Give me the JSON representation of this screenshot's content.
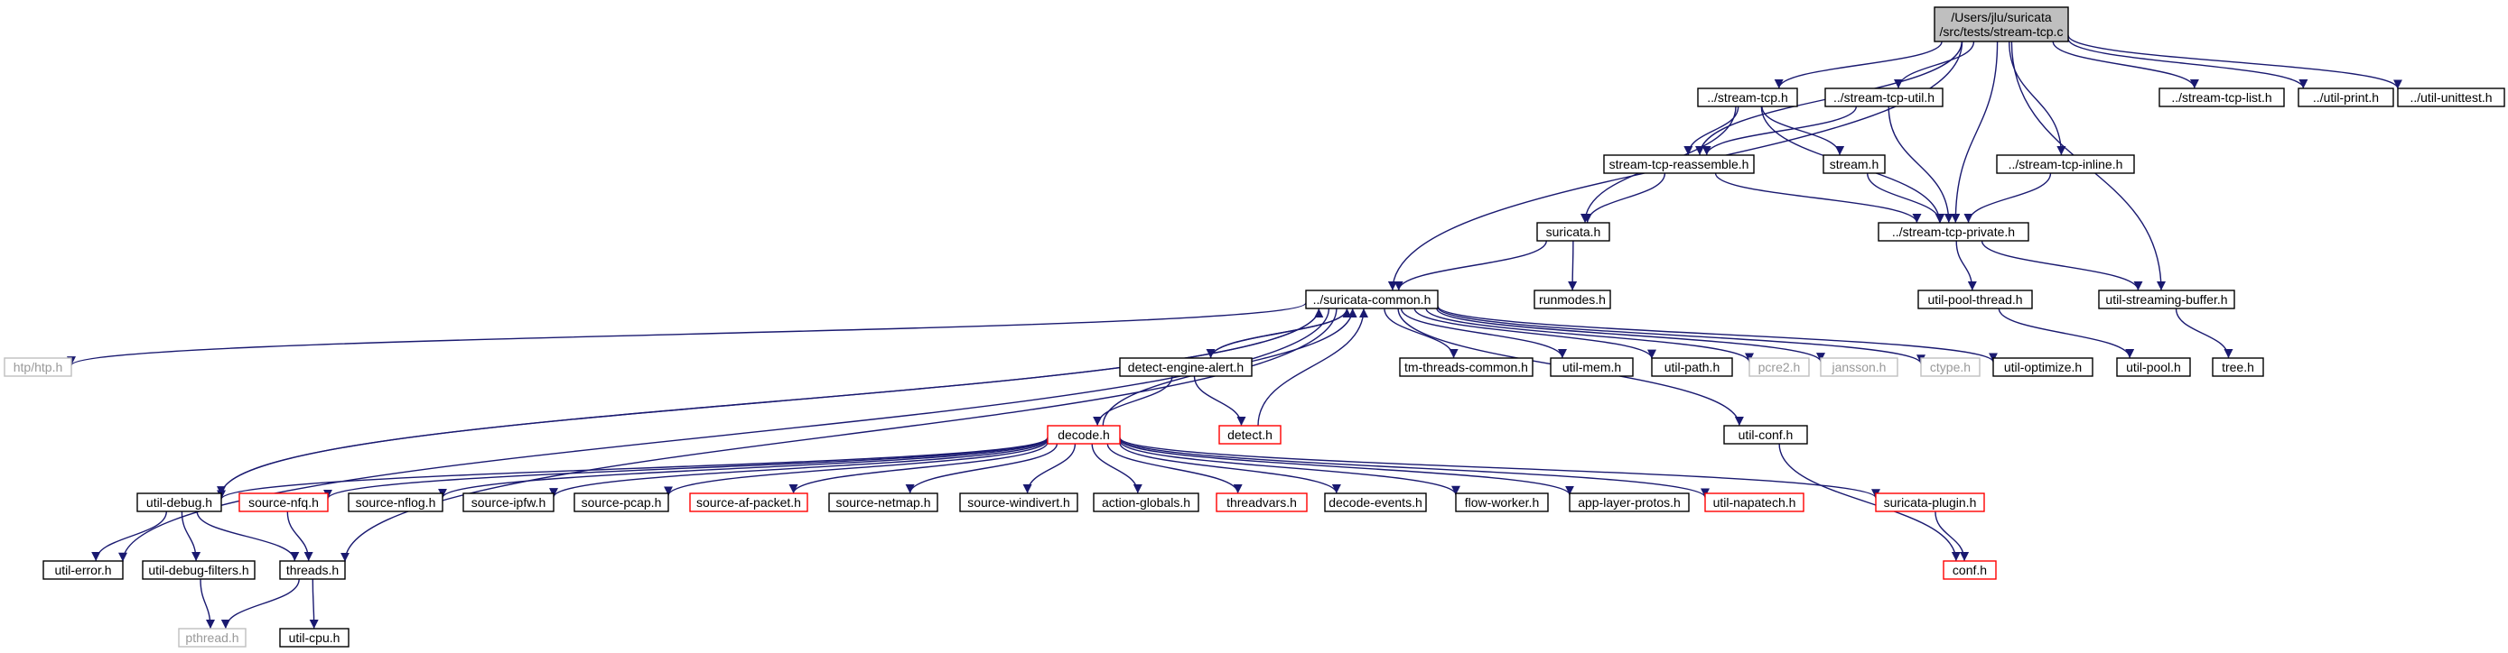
{
  "diagram": {
    "colors": {
      "edge": "#191970",
      "border_normal": "#000000",
      "border_truncated": "#ff0000",
      "border_external": "#bfbfbf",
      "root_fill": "#bfbfbf",
      "text": "#000000",
      "text_external": "#999999"
    },
    "nodes": [
      {
        "id": "root",
        "label_lines": [
          "/Users/jlu/suricata",
          "/src/tests/stream-tcp.c"
        ],
        "kind": "root"
      },
      {
        "id": "stream_tcp_h",
        "label_lines": [
          "../stream-tcp.h"
        ],
        "kind": "normal"
      },
      {
        "id": "stream_tcp_util_h",
        "label_lines": [
          "../stream-tcp-util.h"
        ],
        "kind": "normal"
      },
      {
        "id": "stream_tcp_list_h",
        "label_lines": [
          "../stream-tcp-list.h"
        ],
        "kind": "normal"
      },
      {
        "id": "util_print_h",
        "label_lines": [
          "../util-print.h"
        ],
        "kind": "normal"
      },
      {
        "id": "util_unittest_h",
        "label_lines": [
          "../util-unittest.h"
        ],
        "kind": "normal"
      },
      {
        "id": "stream_tcp_reassemble_h",
        "label_lines": [
          "stream-tcp-reassemble.h"
        ],
        "kind": "normal"
      },
      {
        "id": "stream_h",
        "label_lines": [
          "stream.h"
        ],
        "kind": "normal"
      },
      {
        "id": "stream_tcp_inline_h",
        "label_lines": [
          "../stream-tcp-inline.h"
        ],
        "kind": "normal"
      },
      {
        "id": "suricata_h",
        "label_lines": [
          "suricata.h"
        ],
        "kind": "normal"
      },
      {
        "id": "stream_tcp_private_h",
        "label_lines": [
          "../stream-tcp-private.h"
        ],
        "kind": "normal"
      },
      {
        "id": "suricata_common_h",
        "label_lines": [
          "../suricata-common.h"
        ],
        "kind": "normal"
      },
      {
        "id": "runmodes_h",
        "label_lines": [
          "runmodes.h"
        ],
        "kind": "normal"
      },
      {
        "id": "util_pool_thread_h",
        "label_lines": [
          "util-pool-thread.h"
        ],
        "kind": "normal"
      },
      {
        "id": "util_streaming_buffer_h",
        "label_lines": [
          "util-streaming-buffer.h"
        ],
        "kind": "normal"
      },
      {
        "id": "htp_h",
        "label_lines": [
          "htp/htp.h"
        ],
        "kind": "external"
      },
      {
        "id": "detect_engine_alert_h",
        "label_lines": [
          "detect-engine-alert.h"
        ],
        "kind": "normal"
      },
      {
        "id": "tm_threads_common_h",
        "label_lines": [
          "tm-threads-common.h"
        ],
        "kind": "normal"
      },
      {
        "id": "util_mem_h",
        "label_lines": [
          "util-mem.h"
        ],
        "kind": "normal"
      },
      {
        "id": "util_path_h",
        "label_lines": [
          "util-path.h"
        ],
        "kind": "normal"
      },
      {
        "id": "pcre2_h",
        "label_lines": [
          "pcre2.h"
        ],
        "kind": "external"
      },
      {
        "id": "jansson_h",
        "label_lines": [
          "jansson.h"
        ],
        "kind": "external"
      },
      {
        "id": "ctype_h",
        "label_lines": [
          "ctype.h"
        ],
        "kind": "external"
      },
      {
        "id": "util_optimize_h",
        "label_lines": [
          "util-optimize.h"
        ],
        "kind": "normal"
      },
      {
        "id": "util_pool_h",
        "label_lines": [
          "util-pool.h"
        ],
        "kind": "normal"
      },
      {
        "id": "tree_h",
        "label_lines": [
          "tree.h"
        ],
        "kind": "normal"
      },
      {
        "id": "decode_h",
        "label_lines": [
          "decode.h"
        ],
        "kind": "truncated"
      },
      {
        "id": "detect_h",
        "label_lines": [
          "detect.h"
        ],
        "kind": "truncated"
      },
      {
        "id": "util_conf_h",
        "label_lines": [
          "util-conf.h"
        ],
        "kind": "normal"
      },
      {
        "id": "util_debug_h",
        "label_lines": [
          "util-debug.h"
        ],
        "kind": "normal"
      },
      {
        "id": "source_nfq_h",
        "label_lines": [
          "source-nfq.h"
        ],
        "kind": "truncated"
      },
      {
        "id": "source_nflog_h",
        "label_lines": [
          "source-nflog.h"
        ],
        "kind": "normal"
      },
      {
        "id": "source_ipfw_h",
        "label_lines": [
          "source-ipfw.h"
        ],
        "kind": "normal"
      },
      {
        "id": "source_pcap_h",
        "label_lines": [
          "source-pcap.h"
        ],
        "kind": "normal"
      },
      {
        "id": "source_af_packet_h",
        "label_lines": [
          "source-af-packet.h"
        ],
        "kind": "truncated"
      },
      {
        "id": "source_netmap_h",
        "label_lines": [
          "source-netmap.h"
        ],
        "kind": "normal"
      },
      {
        "id": "source_windivert_h",
        "label_lines": [
          "source-windivert.h"
        ],
        "kind": "normal"
      },
      {
        "id": "action_globals_h",
        "label_lines": [
          "action-globals.h"
        ],
        "kind": "normal"
      },
      {
        "id": "threadvars_h",
        "label_lines": [
          "threadvars.h"
        ],
        "kind": "truncated"
      },
      {
        "id": "decode_events_h",
        "label_lines": [
          "decode-events.h"
        ],
        "kind": "normal"
      },
      {
        "id": "flow_worker_h",
        "label_lines": [
          "flow-worker.h"
        ],
        "kind": "normal"
      },
      {
        "id": "app_layer_protos_h",
        "label_lines": [
          "app-layer-protos.h"
        ],
        "kind": "normal"
      },
      {
        "id": "util_napatech_h",
        "label_lines": [
          "util-napatech.h"
        ],
        "kind": "truncated"
      },
      {
        "id": "suricata_plugin_h",
        "label_lines": [
          "suricata-plugin.h"
        ],
        "kind": "truncated"
      },
      {
        "id": "util_error_h",
        "label_lines": [
          "util-error.h"
        ],
        "kind": "normal"
      },
      {
        "id": "util_debug_filters_h",
        "label_lines": [
          "util-debug-filters.h"
        ],
        "kind": "normal"
      },
      {
        "id": "threads_h",
        "label_lines": [
          "threads.h"
        ],
        "kind": "normal"
      },
      {
        "id": "conf_h",
        "label_lines": [
          "conf.h"
        ],
        "kind": "truncated"
      },
      {
        "id": "pthread_h",
        "label_lines": [
          "pthread.h"
        ],
        "kind": "external"
      },
      {
        "id": "util_cpu_h",
        "label_lines": [
          "util-cpu.h"
        ],
        "kind": "normal"
      }
    ],
    "edges": [
      [
        "root",
        "stream_tcp_h"
      ],
      [
        "root",
        "stream_tcp_util_h"
      ],
      [
        "root",
        "stream_tcp_list_h"
      ],
      [
        "root",
        "util_print_h"
      ],
      [
        "root",
        "util_unittest_h"
      ],
      [
        "root",
        "stream_tcp_reassemble_h"
      ],
      [
        "root",
        "stream_tcp_inline_h"
      ],
      [
        "root",
        "stream_tcp_private_h"
      ],
      [
        "root",
        "suricata_common_h"
      ],
      [
        "root",
        "util_streaming_buffer_h"
      ],
      [
        "stream_tcp_h",
        "stream_tcp_reassemble_h"
      ],
      [
        "stream_tcp_h",
        "stream_h"
      ],
      [
        "stream_tcp_h",
        "suricata_h"
      ],
      [
        "stream_tcp_h",
        "stream_tcp_private_h"
      ],
      [
        "stream_tcp_util_h",
        "stream_tcp_reassemble_h"
      ],
      [
        "stream_tcp_util_h",
        "stream_tcp_private_h"
      ],
      [
        "stream_tcp_reassemble_h",
        "suricata_h"
      ],
      [
        "stream_tcp_reassemble_h",
        "stream_tcp_private_h"
      ],
      [
        "stream_h",
        "stream_tcp_private_h"
      ],
      [
        "stream_tcp_inline_h",
        "stream_tcp_private_h"
      ],
      [
        "suricata_h",
        "suricata_common_h"
      ],
      [
        "suricata_h",
        "runmodes_h"
      ],
      [
        "stream_tcp_private_h",
        "util_pool_thread_h"
      ],
      [
        "stream_tcp_private_h",
        "util_streaming_buffer_h"
      ],
      [
        "util_pool_thread_h",
        "util_pool_h"
      ],
      [
        "util_streaming_buffer_h",
        "tree_h"
      ],
      [
        "suricata_common_h",
        "htp_h"
      ],
      [
        "suricata_common_h",
        "detect_engine_alert_h"
      ],
      [
        "suricata_common_h",
        "tm_threads_common_h"
      ],
      [
        "suricata_common_h",
        "util_mem_h"
      ],
      [
        "suricata_common_h",
        "util_path_h"
      ],
      [
        "suricata_common_h",
        "pcre2_h"
      ],
      [
        "suricata_common_h",
        "jansson_h"
      ],
      [
        "suricata_common_h",
        "ctype_h"
      ],
      [
        "suricata_common_h",
        "util_optimize_h"
      ],
      [
        "suricata_common_h",
        "util_conf_h"
      ],
      [
        "suricata_common_h",
        "util_debug_h"
      ],
      [
        "suricata_common_h",
        "util_error_h"
      ],
      [
        "suricata_common_h",
        "threads_h"
      ],
      [
        "detect_engine_alert_h",
        "suricata_common_h"
      ],
      [
        "detect_engine_alert_h",
        "decode_h"
      ],
      [
        "detect_engine_alert_h",
        "detect_h"
      ],
      [
        "detect_h",
        "suricata_common_h"
      ],
      [
        "decode_h",
        "suricata_common_h"
      ],
      [
        "decode_h",
        "util_debug_h"
      ],
      [
        "decode_h",
        "source_nfq_h"
      ],
      [
        "decode_h",
        "source_nflog_h"
      ],
      [
        "decode_h",
        "source_ipfw_h"
      ],
      [
        "decode_h",
        "source_pcap_h"
      ],
      [
        "decode_h",
        "source_af_packet_h"
      ],
      [
        "decode_h",
        "source_netmap_h"
      ],
      [
        "decode_h",
        "source_windivert_h"
      ],
      [
        "decode_h",
        "action_globals_h"
      ],
      [
        "decode_h",
        "threadvars_h"
      ],
      [
        "decode_h",
        "decode_events_h"
      ],
      [
        "decode_h",
        "flow_worker_h"
      ],
      [
        "decode_h",
        "app_layer_protos_h"
      ],
      [
        "decode_h",
        "util_napatech_h"
      ],
      [
        "decode_h",
        "suricata_plugin_h"
      ],
      [
        "util_debug_h",
        "suricata_common_h"
      ],
      [
        "util_debug_h",
        "util_error_h"
      ],
      [
        "util_debug_h",
        "util_debug_filters_h"
      ],
      [
        "util_debug_h",
        "threads_h"
      ],
      [
        "source_nfq_h",
        "threads_h"
      ],
      [
        "util_conf_h",
        "conf_h"
      ],
      [
        "suricata_plugin_h",
        "conf_h"
      ],
      [
        "util_debug_filters_h",
        "pthread_h"
      ],
      [
        "threads_h",
        "pthread_h"
      ],
      [
        "threads_h",
        "util_cpu_h"
      ]
    ]
  }
}
